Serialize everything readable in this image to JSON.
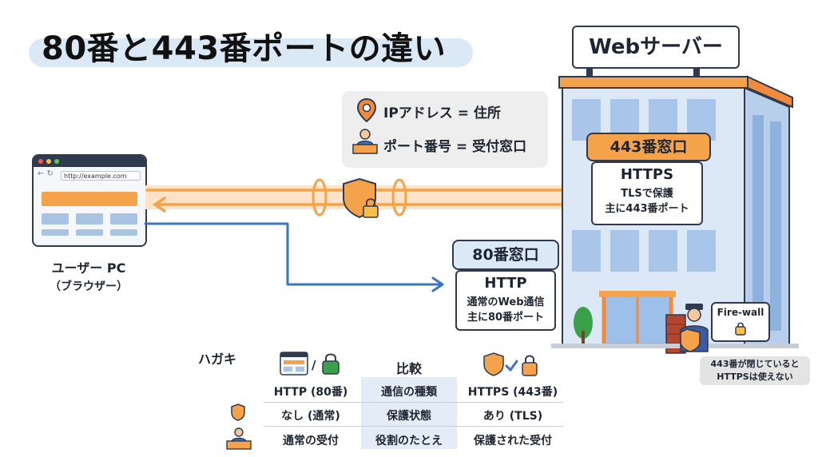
{
  "title": "80番と443番ポートの違い",
  "legend": {
    "ip_label": "IPアドレス = 住所",
    "port_label": "ポート番号 = 受付窓口"
  },
  "client": {
    "url": "http://example.com",
    "label": "ユーザー PC",
    "sublabel": "（ブラウザー）"
  },
  "server": {
    "sign": "Webサーバー",
    "port443": {
      "tag": "443番窓口",
      "protocol": "HTTPS",
      "line1": "TLSで保護",
      "line2": "主に443番ポート"
    },
    "port80": {
      "tag": "80番窓口",
      "protocol": "HTTP",
      "line1": "通常のWeb通信",
      "line2": "主に80番ポート"
    },
    "firewall": "Fire-wall",
    "note_line1": "443番が閉じていると",
    "note_line2": "HTTPSは使えない"
  },
  "table": {
    "caption": "ハガキ",
    "icon_separator": "/",
    "header_mid": "比較",
    "rows": [
      {
        "left": "HTTP (80番)",
        "mid": "通信の種類",
        "right": "HTTPS (443番)"
      },
      {
        "left": "なし (通常)",
        "mid": "保護状態",
        "right": "あり (TLS)"
      },
      {
        "left": "通常の受付",
        "mid": "役割のたとえ",
        "right": "保護された受付"
      }
    ]
  },
  "colors": {
    "orange": "#f5a34a",
    "blue": "#3b74c4",
    "navy": "#2f3a4d",
    "light_blue": "#dbe9f7",
    "green": "#3aa14a",
    "brick": "#b4452f"
  }
}
